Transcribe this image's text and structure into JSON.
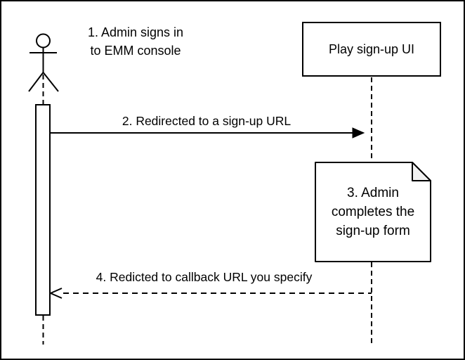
{
  "diagram": {
    "type": "sequence-diagram",
    "colors": {
      "stroke": "#000000",
      "background": "#ffffff",
      "note_fold": "#f2f2f2"
    },
    "participants": {
      "admin": {
        "kind": "actor",
        "label": ""
      },
      "play": {
        "kind": "object",
        "label": "Play sign-up UI"
      }
    },
    "steps": {
      "step1": {
        "text": "1. Admin signs in\nto EMM console"
      },
      "step2": {
        "text": "2. Redirected to a sign-up URL",
        "style": "solid-arrow"
      },
      "step3": {
        "text": "3. Admin\ncompletes the\nsign-up form",
        "kind": "note"
      },
      "step4": {
        "text": "4. Redicted to callback URL you specify",
        "style": "dashed-return"
      }
    }
  }
}
